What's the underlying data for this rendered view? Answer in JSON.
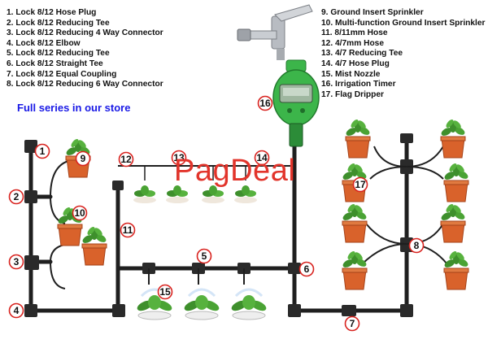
{
  "legend_left": [
    "1. Lock 8/12 Hose Plug",
    "2. Lock 8/12 Reducing Tee",
    "3. Lock 8/12 Reducing 4 Way Connector",
    "4. Lock 8/12 Elbow",
    "5. Lock 8/12 Reducing Tee",
    "6. Lock 8/12 Straight Tee",
    "7. Lock 8/12 Equal Coupling",
    "8. Lock 8/12 Reducing 6 Way Connector"
  ],
  "legend_right": [
    "9. Ground Insert Sprinkler",
    "10. Multi-function Ground Insert Sprinkler",
    "11. 8/11mm Hose",
    "12. 4/7mm Hose",
    "13. 4/7 Reducing Tee",
    "14. 4/7 Hose Plug",
    "15. Mist Nozzle",
    "16. Irrigation Timer",
    "17. Flag Dripper"
  ],
  "store_note": "Full series in our store",
  "watermark": "PagDeal",
  "callouts": [
    "1",
    "2",
    "3",
    "4",
    "5",
    "6",
    "7",
    "8",
    "9",
    "10",
    "11",
    "12",
    "13",
    "14",
    "15",
    "16",
    "17"
  ],
  "colors": {
    "pipe": "#1f1f1f",
    "callout_ring": "#d8231f",
    "store_note": "#1a1ae6",
    "watermark": "#e2342b",
    "timer": "#3cb54a",
    "pot": "#d9622b",
    "plant": "#3e8f2c"
  }
}
